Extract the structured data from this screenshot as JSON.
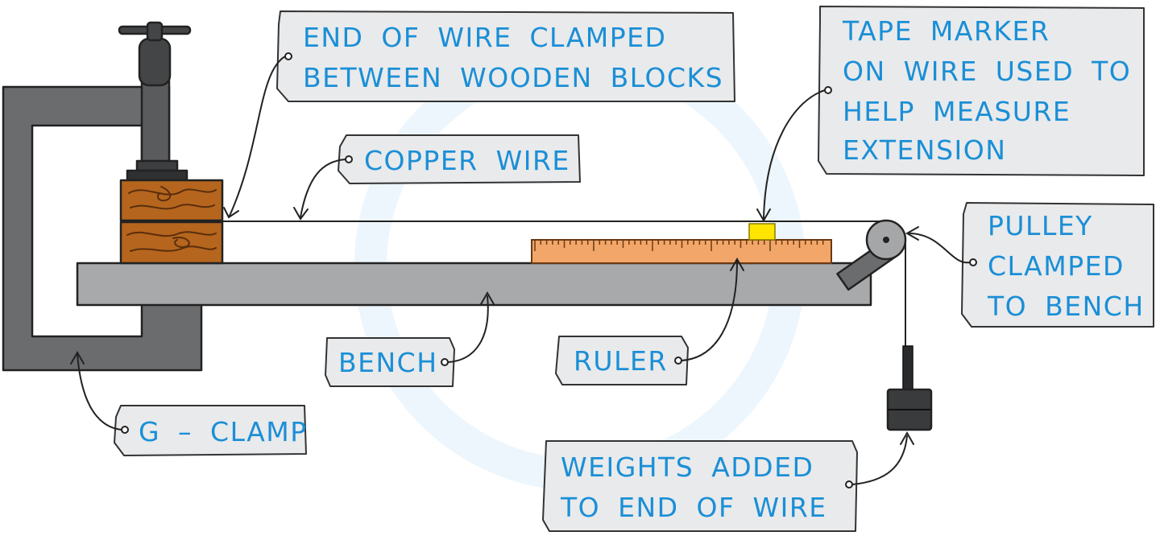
{
  "labels": {
    "end_of_wire": [
      "END OF WIRE CLAMPED",
      "BETWEEN WOODEN BLOCKS"
    ],
    "copper_wire": [
      "COPPER WIRE"
    ],
    "tape_marker": [
      "TAPE MARKER",
      "ON WIRE USED TO",
      "HELP MEASURE",
      "EXTENSION"
    ],
    "pulley": [
      "PULLEY",
      "CLAMPED",
      "TO BENCH"
    ],
    "bench": [
      "BENCH"
    ],
    "ruler": [
      "RULER"
    ],
    "g_clamp": [
      "G – CLAMP"
    ],
    "weights": [
      "WEIGHTS ADDED",
      "TO END OF WIRE"
    ]
  },
  "colors": {
    "label_text": "#1a8fd6",
    "tag_fill": "#e9eaec",
    "clamp": "#6b6c6e",
    "clamp_dark": "#4a4b4d",
    "bench": "#a8a9ab",
    "wood": "#b5651d",
    "ruler": "#f2a66a",
    "tape_marker": "#ffe600",
    "pulley": "#a5a6a8",
    "weight": "#3a3b3d"
  }
}
